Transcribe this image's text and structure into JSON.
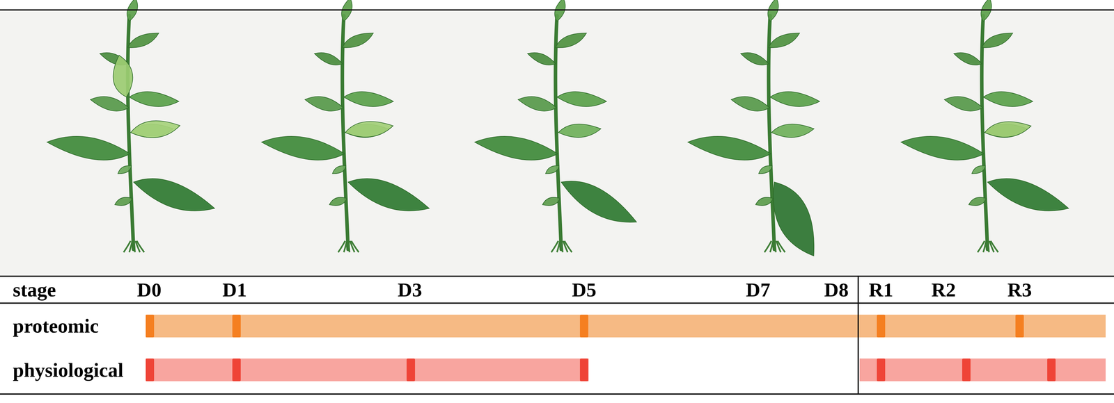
{
  "diagram": {
    "labels": [
      "stage",
      "D0",
      "D1",
      "D3",
      "D5",
      "D7",
      "D8",
      "R1",
      "R2",
      "R3",
      "proteomic",
      "physiological"
    ]
  }
}
